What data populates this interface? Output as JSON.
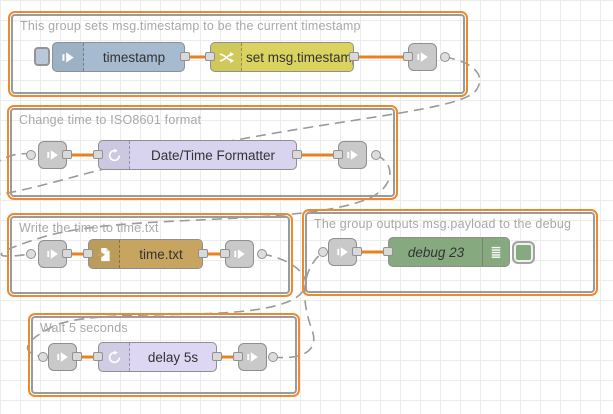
{
  "groups": {
    "timestamp_group": {
      "title": "This group sets msg.timestamp to be the current timestamp"
    },
    "iso_group": {
      "title": "Change time to ISO8601 format"
    },
    "write_group": {
      "title": "Write the time to time.txt"
    },
    "debug_group": {
      "title": "The group outputs msg.payload to the debug"
    },
    "wait_group": {
      "title": "Wait 5 seconds"
    }
  },
  "nodes": {
    "inject": {
      "label": "timestamp",
      "color": "#a6bbcf",
      "icon": "inject-arrow-icon"
    },
    "change": {
      "label": "set msg.timestamp",
      "color": "#dbd35f",
      "icon": "shuffle-icon"
    },
    "datetime": {
      "label": "Date/Time Formatter",
      "color": "#d8d3ee",
      "icon": "timer-icon"
    },
    "file": {
      "label": "time.txt",
      "color": "#c7a560",
      "icon": "file-out-icon"
    },
    "debug": {
      "label": "debug 23",
      "color": "#87a980",
      "icon": "debug-console-icon"
    },
    "delay": {
      "label": "delay 5s",
      "color": "#ddd7f3",
      "icon": "timer-icon"
    }
  },
  "colors": {
    "selection_orange": "#ee8a2e",
    "wire_orange": "#e8821e",
    "link_wire_gray": "#9a9a9a",
    "node_border": "#8f8f8f",
    "grid_line": "#ececec",
    "group_title_gray": "#a8a8a8"
  }
}
